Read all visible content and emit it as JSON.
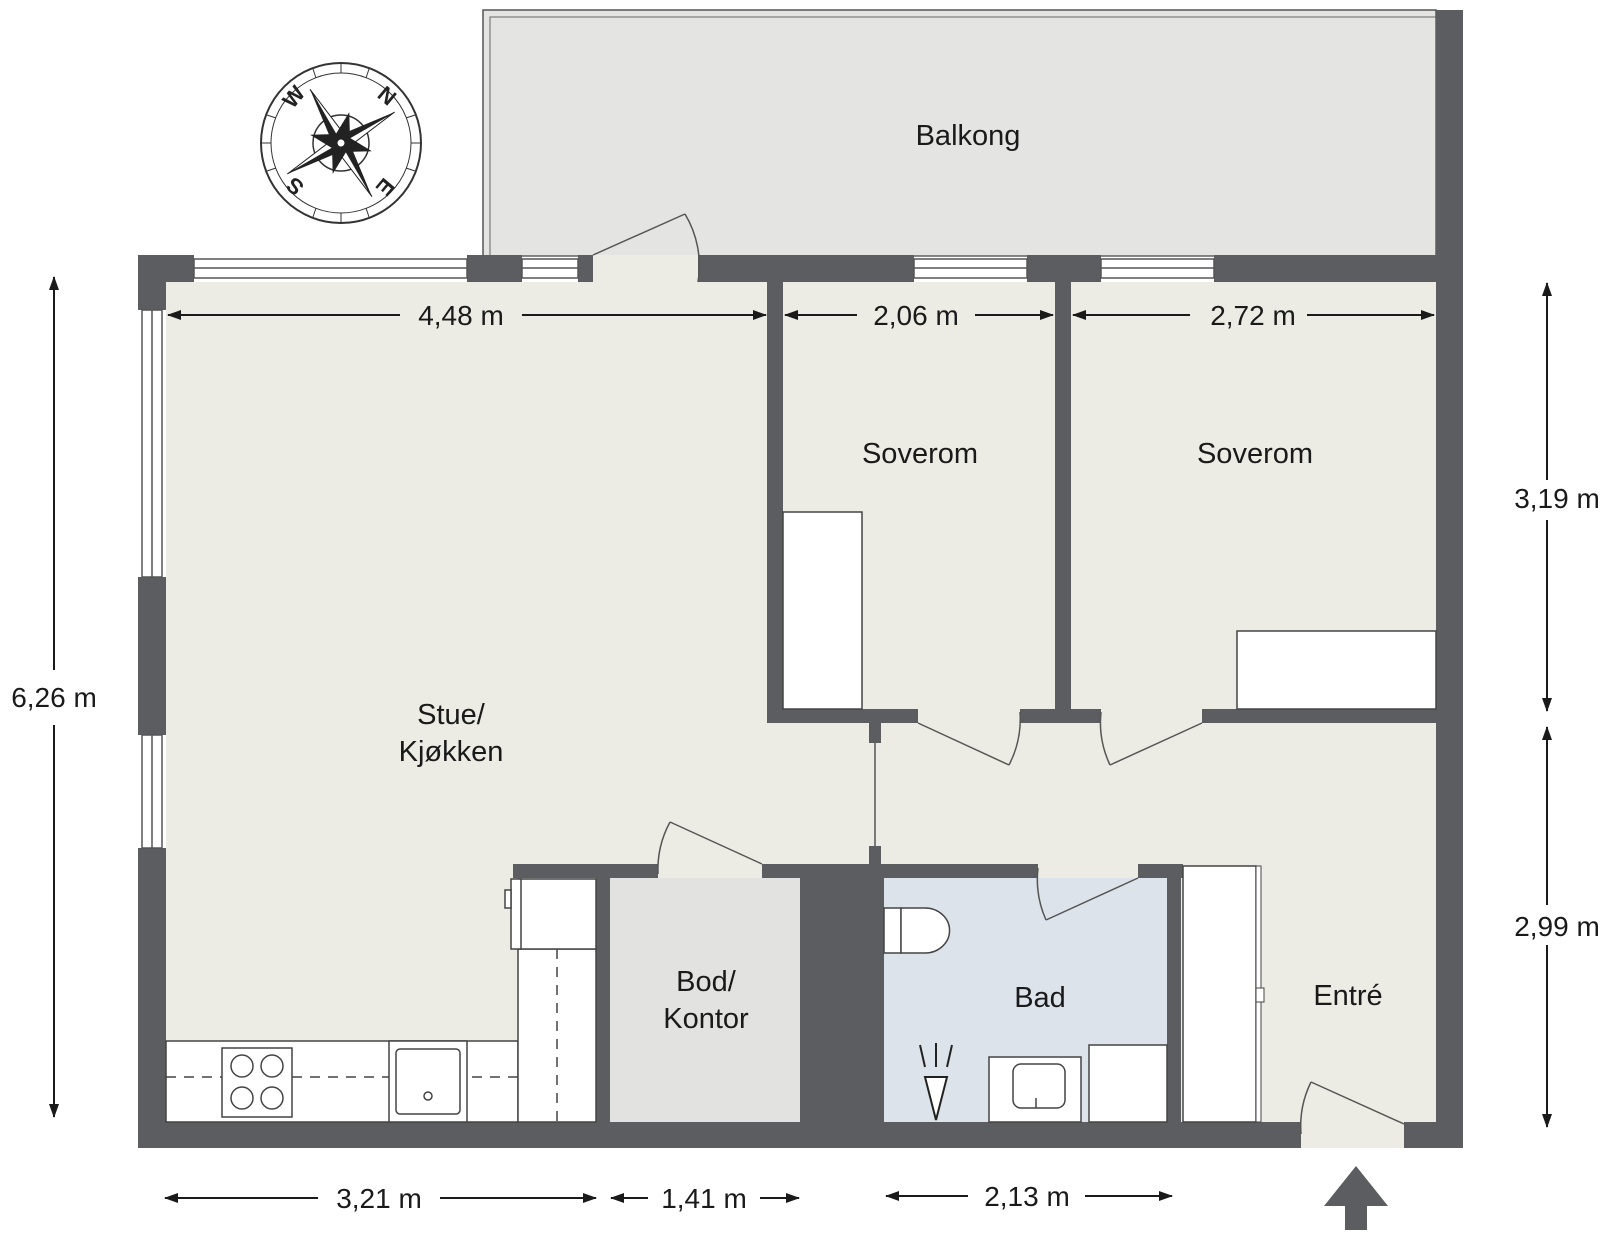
{
  "rooms": {
    "balkong": "Balkong",
    "soverom_1": "Soverom",
    "soverom_2": "Soverom",
    "stue_line1": "Stue/",
    "stue_line2": "Kjøkken",
    "bod_line1": "Bod/",
    "bod_line2": "Kontor",
    "bad": "Bad",
    "entre": "Entré"
  },
  "dimensions": {
    "stue_width": "4,48 m",
    "soverom_1_width": "2,06 m",
    "soverom_2_width": "2,72 m",
    "soverom_depth": "3,19 m",
    "total_depth": "6,26 m",
    "entre_depth": "2,99 m",
    "kitchen_width": "3,21 m",
    "bod_width": "1,41 m",
    "bad_width": "2,13 m"
  },
  "compass": {
    "n": "N",
    "e": "E",
    "s": "S",
    "w": "W"
  },
  "colors": {
    "wall": "#5b5d60",
    "floor": "#ecebe4",
    "balcony": "#e4e4e3",
    "bod": "#e2e2e0",
    "bathroom": "#dde3ea"
  }
}
